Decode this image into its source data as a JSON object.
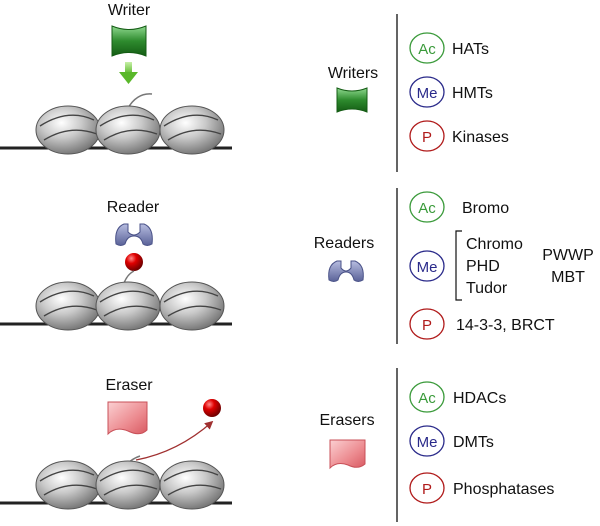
{
  "panels": [
    {
      "id": "writer",
      "left_label": "Writer",
      "category_label": "Writers",
      "items": [
        {
          "mark": "Ac",
          "text": "HATs"
        },
        {
          "mark": "Me",
          "text": "HMTs"
        },
        {
          "mark": "P",
          "text": "Kinases"
        }
      ]
    },
    {
      "id": "reader",
      "left_label": "Reader",
      "category_label": "Readers",
      "items": [
        {
          "mark": "Ac",
          "text": "Bromo"
        },
        {
          "mark": "Me",
          "text": ""
        },
        {
          "mark": "P",
          "text": "14-3-3, BRCT"
        }
      ],
      "me_domains": [
        "Chromo",
        "PHD",
        "Tudor"
      ],
      "me_domains_extra": [
        "PWWP",
        "MBT"
      ]
    },
    {
      "id": "eraser",
      "left_label": "Eraser",
      "category_label": "Erasers",
      "items": [
        {
          "mark": "Ac",
          "text": "HDACs"
        },
        {
          "mark": "Me",
          "text": "DMTs"
        },
        {
          "mark": "P",
          "text": "Phosphatases"
        }
      ]
    }
  ],
  "mark_colors": {
    "Ac": "#3a9a3a",
    "Me": "#2a2a8a",
    "P": "#b01a1a"
  },
  "icon_colors": {
    "writer": "#2e8b2e",
    "reader": "#6a72a8",
    "eraser": "#e8747a",
    "phospho": "#cc0000"
  }
}
